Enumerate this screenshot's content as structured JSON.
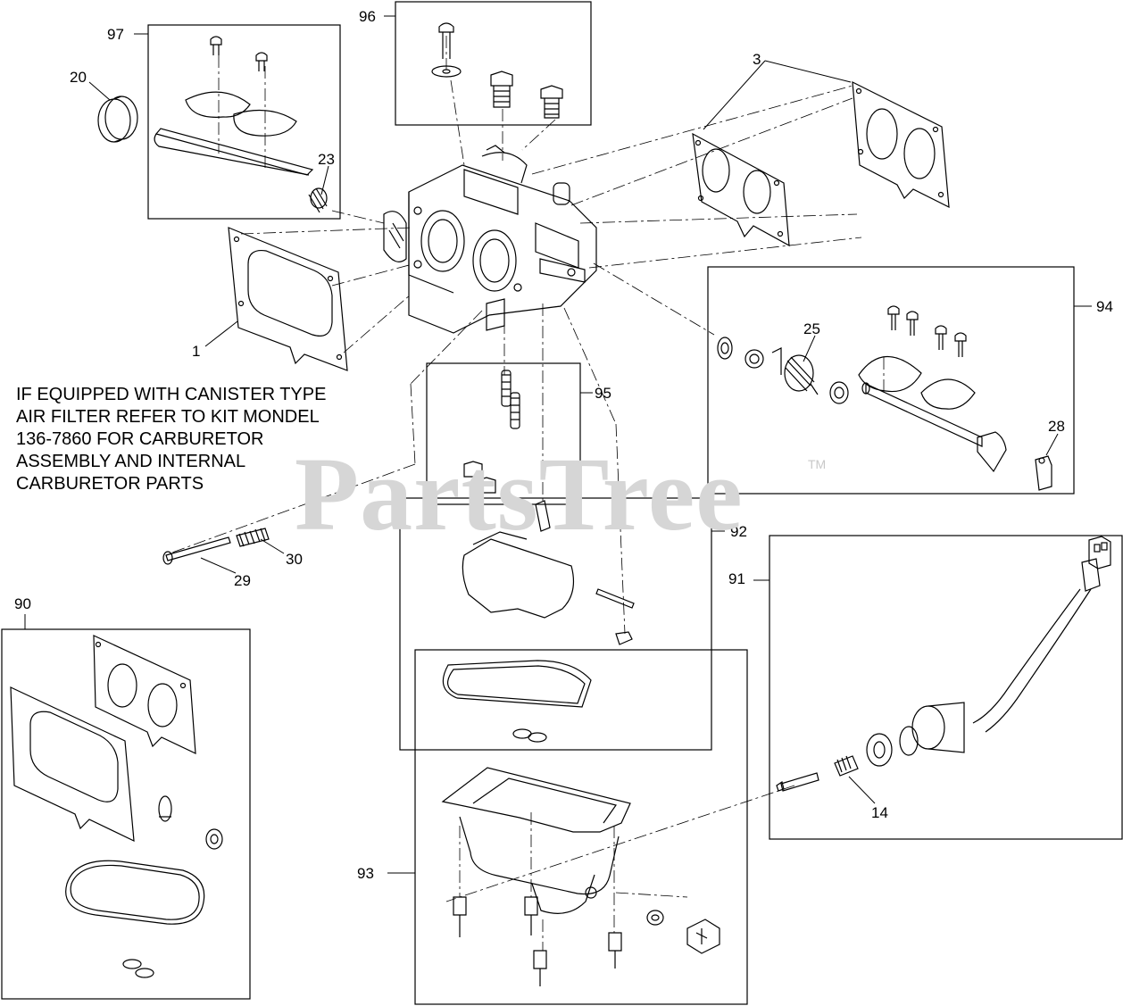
{
  "callouts": {
    "c97": "97",
    "c96": "96",
    "c3": "3",
    "c20": "20",
    "c23": "23",
    "c1": "1",
    "c94": "94",
    "c25": "25",
    "c28": "28",
    "c95": "95",
    "c92": "92",
    "c29": "29",
    "c30": "30",
    "c90": "90",
    "c91": "91",
    "c93": "93",
    "c14": "14"
  },
  "note": {
    "line1": "IF EQUIPPED WITH  CANISTER TYPE",
    "line2": "AIR  FILTER REFER TO KIT MONDEL",
    "line3": "136-7860 FOR CARBURETOR",
    "line4": "ASSEMBLY AND INTERNAL",
    "line5": "CARBURETOR PARTS"
  },
  "watermark": {
    "text": "PartsTree",
    "tm": "TM"
  },
  "colors": {
    "line": "#000000",
    "watermark": "#d6d6d6",
    "background": "#ffffff"
  }
}
